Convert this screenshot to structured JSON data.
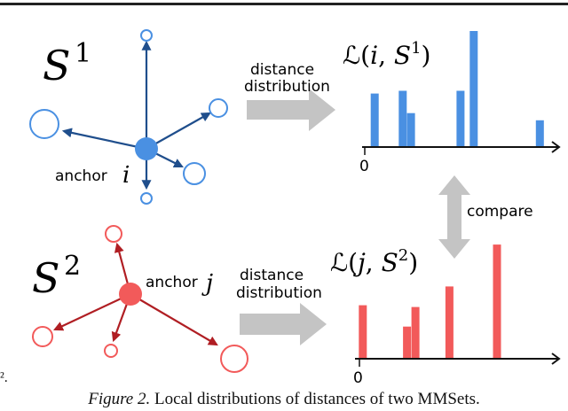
{
  "colors": {
    "blue": "#4a90e2",
    "blue_dark": "#1f4e8c",
    "red": "#f25a5a",
    "red_dark": "#b01e23",
    "arrow_gray": "#c4c4c4",
    "axis": "#111111"
  },
  "set1": {
    "letter": "S",
    "sup": "1",
    "anchor_label": "anchor",
    "anchor_var": "i"
  },
  "set2": {
    "letter": "S",
    "sup": "2",
    "anchor_label": "anchor",
    "anchor_var": "j"
  },
  "arrow1": {
    "line1": "distance",
    "line2": "distribution"
  },
  "arrow2": {
    "line1": "distance",
    "line2": "distribution"
  },
  "dist1": {
    "func": "ℒ(",
    "var": "i",
    "set": "S",
    "sup": "1",
    "close": ")",
    "zero": "0"
  },
  "dist2": {
    "func": "ℒ(",
    "var": "j",
    "set": "S",
    "sup": "2",
    "close": ")",
    "zero": "0"
  },
  "compare_label": "compare",
  "stray_text": "².",
  "caption": {
    "label": "Figure 2.",
    "text": "Local distributions of distances of two MMSets."
  },
  "chart_data": [
    {
      "type": "bar",
      "title": "ℒ(i, S¹)",
      "x": [
        0.6,
        2.3,
        2.8,
        5.8,
        6.6,
        10.6
      ],
      "values": [
        60,
        63,
        38,
        63,
        130,
        30
      ],
      "xlim": [
        0,
        11.5
      ],
      "ylim": [
        0,
        135
      ]
    },
    {
      "type": "bar",
      "title": "ℒ(j, S²)",
      "x": [
        0.2,
        2.8,
        3.3,
        5.3,
        8.1
      ],
      "values": [
        60,
        36,
        58,
        81,
        128
      ],
      "xlim": [
        0,
        11.5
      ],
      "ylim": [
        0,
        135
      ]
    }
  ]
}
